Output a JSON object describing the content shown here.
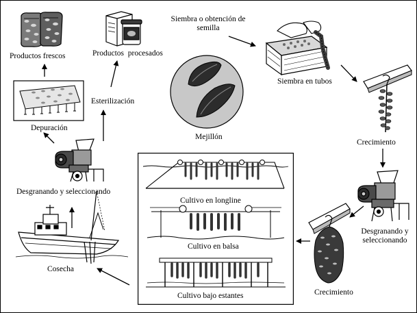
{
  "labels": {
    "siembra_obtencion": "Siembra o obtención de semilla",
    "siembra_tubos": "Siembra en tubos",
    "crecimiento_1": "Crecimiento",
    "desgranando_right": "Desgranando y seleccionando",
    "crecimiento_2": "Crecimiento",
    "cultivo_longline": "Cultivo en longline",
    "cultivo_balsa": "Cultivo en balsa",
    "cultivo_estantes": "Cultivo bajo estantes",
    "cosecha": "Cosecha",
    "desgranando_left": "Desgranando y seleccionando",
    "depuracion": "Depuración",
    "esterilizacion": "Esterilización",
    "productos_frescos": "Productos frescos",
    "productos_procesados": "Productos  procesados",
    "mejillon": "Mejillón"
  }
}
